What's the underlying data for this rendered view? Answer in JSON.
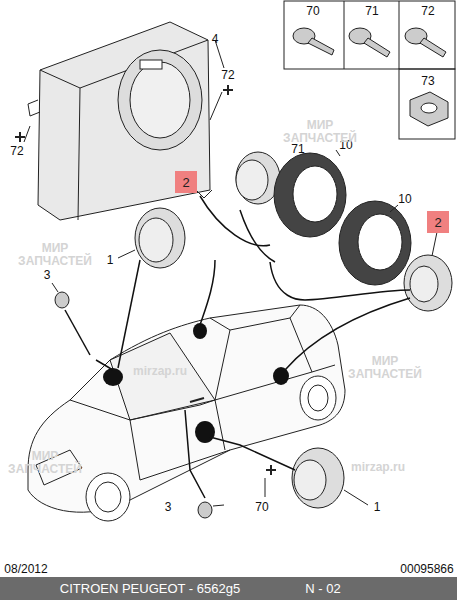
{
  "diagram": {
    "nodes": [
      {
        "text": [
          "2"
        ]
      },
      {
        "text": [
          "2"
        ]
      }
    ],
    "labels": [
      "70",
      "71",
      "72",
      "73",
      "4",
      "72",
      "72",
      "71",
      "10",
      "10",
      "1",
      "3",
      "1",
      "3",
      "70",
      "08/2012",
      "00095866",
      "CITROEN PEUGEOT - 6562g5",
      "N - 02",
      "МИР ЗАПЧАСТЕЙ",
      "МИР ЗАПЧАСТЕЙ",
      "МИР ЗАПЧАСТЕЙ",
      "МИР ЗАПЧАСТЕЙ",
      "mirzap.ru",
      "mirzap.ru"
    ]
  }
}
